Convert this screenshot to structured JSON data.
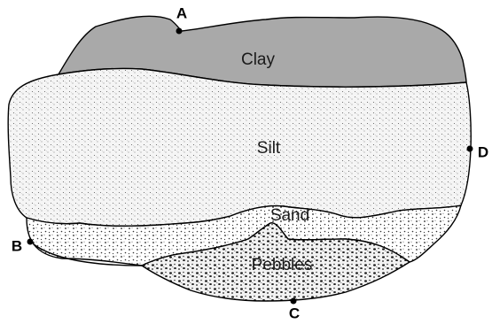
{
  "layers": {
    "clay": {
      "label": "Clay",
      "color": "#a9a9a9"
    },
    "silt": {
      "label": "Silt",
      "color": "#f4f4f4"
    },
    "sand": {
      "label": "Sand",
      "color": "#ececec"
    },
    "pebbles": {
      "label": "Pebbles",
      "color": "#e4e4e4"
    }
  },
  "points": {
    "a": "A",
    "b": "B",
    "c": "C",
    "d": "D"
  }
}
